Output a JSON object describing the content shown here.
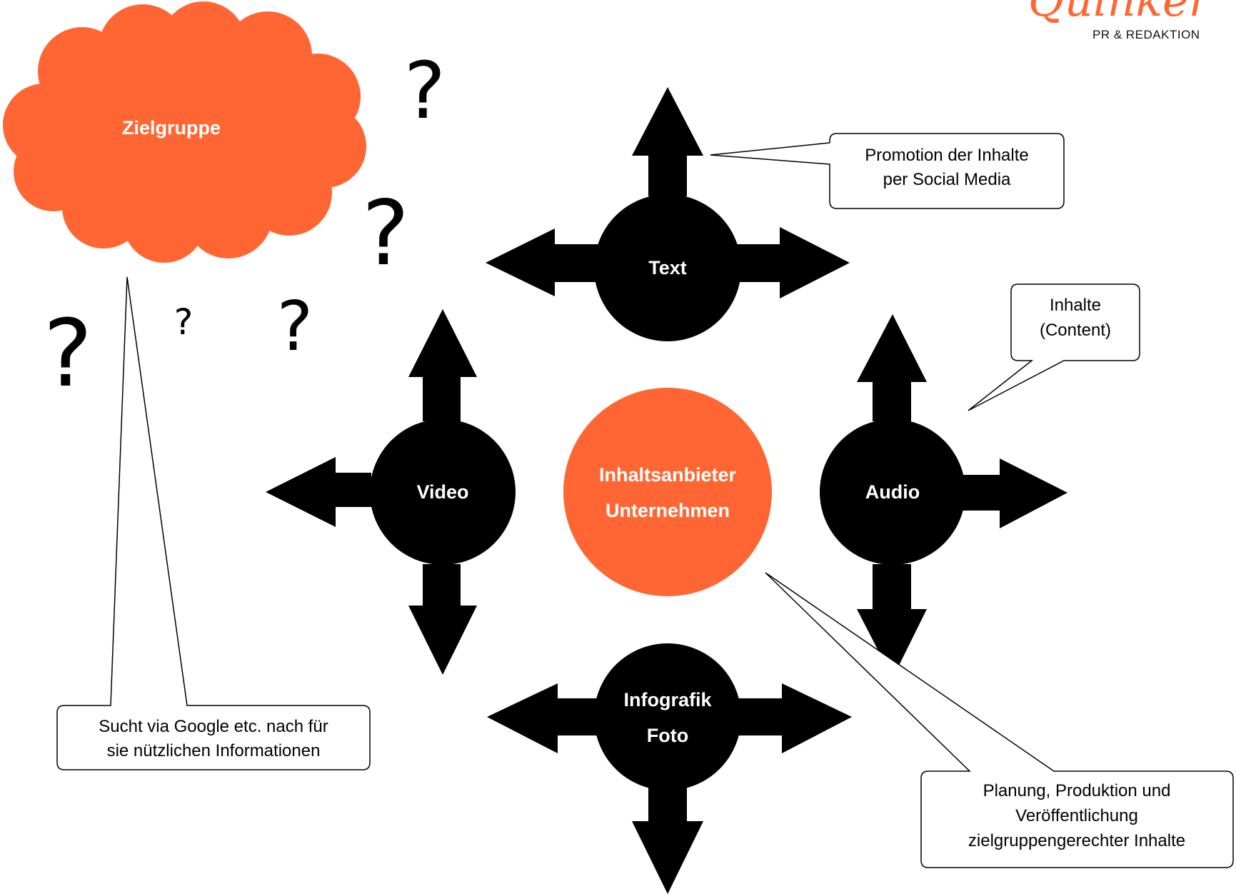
{
  "colors": {
    "accent": "#ff6633",
    "node": "#000000",
    "arrow": "#000000",
    "text_on_dark": "#ffffff",
    "callout_border": "#000000",
    "background": "#ffffff"
  },
  "logo": {
    "script_text": "Quinker",
    "subtitle": "PR & REDAKTION"
  },
  "cloud": {
    "label": "Zielgruppe"
  },
  "question_marks": [
    "?",
    "?",
    "?",
    "?",
    "?"
  ],
  "center": {
    "line1": "Inhaltsanbieter",
    "line2": "Unternehmen"
  },
  "nodes": {
    "text": {
      "line1": "Text"
    },
    "video": {
      "line1": "Video"
    },
    "audio": {
      "line1": "Audio"
    },
    "infografik": {
      "line1": "Infografik",
      "line2": "Foto"
    }
  },
  "callouts": {
    "promotion": {
      "line1": "Promotion der Inhalte",
      "line2": "per Social Media"
    },
    "inhalte": {
      "line1": "Inhalte",
      "line2": "(Content)"
    },
    "sucht": {
      "line1": "Sucht via Google etc. nach für",
      "line2": "sie nützlichen Informationen"
    },
    "planung": {
      "line1": "Planung, Produktion und",
      "line2": "Veröffentlichung",
      "line3": "zielgruppengerechter Inhalte"
    }
  }
}
